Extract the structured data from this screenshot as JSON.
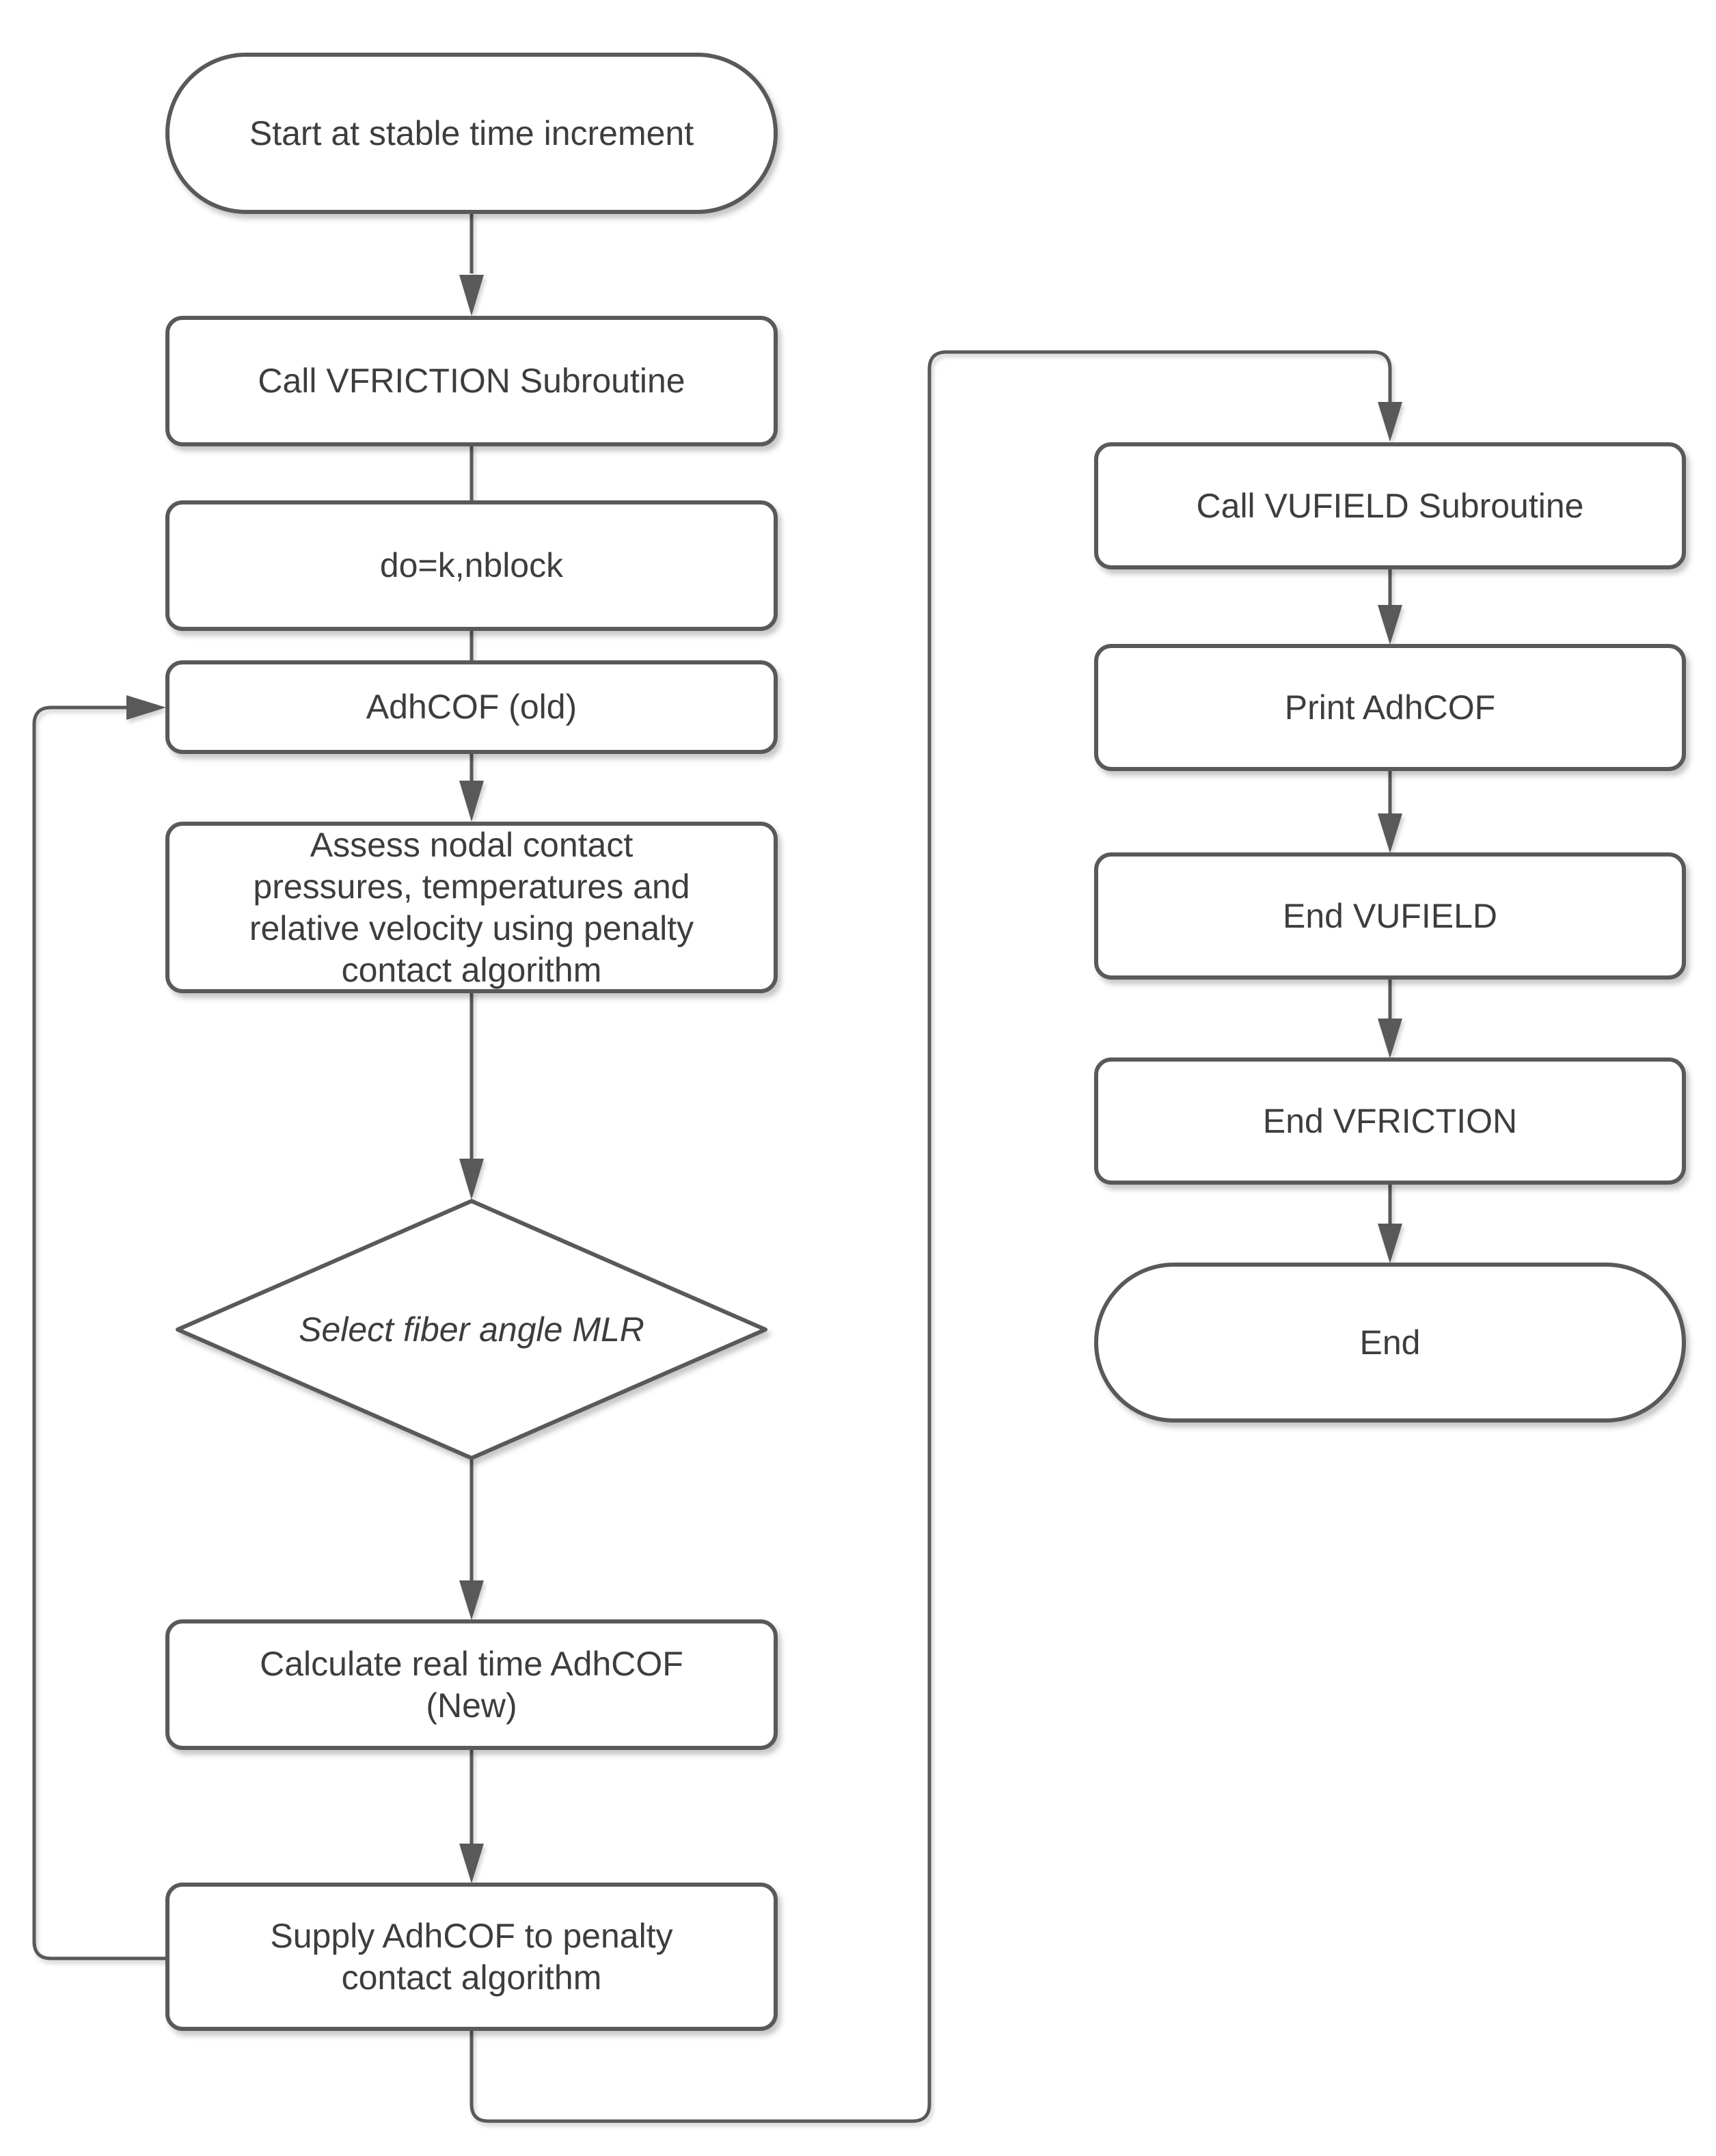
{
  "diagram": {
    "colors": {
      "background": "#ffffff",
      "stroke": "#595959",
      "text": "#3d3d3d"
    },
    "nodes": {
      "start": {
        "type": "terminator",
        "label": "Start at stable time increment"
      },
      "call_vfriction": {
        "type": "process",
        "label": "Call VFRICTION Subroutine"
      },
      "do_loop": {
        "type": "process",
        "label": "do=k,nblock"
      },
      "adhcof_old": {
        "type": "process",
        "label": "AdhCOF (old)"
      },
      "assess": {
        "type": "process",
        "label": "Assess nodal contact\npressures, temperatures and\nrelative velocity using penalty\ncontact algorithm"
      },
      "select_fiber": {
        "type": "decision",
        "label": "Select fiber angle MLR"
      },
      "calculate": {
        "type": "process",
        "label": "Calculate real time AdhCOF\n(New)"
      },
      "supply": {
        "type": "process",
        "label": "Supply AdhCOF to  penalty\ncontact algorithm"
      },
      "call_vufield": {
        "type": "process",
        "label": "Call VUFIELD Subroutine"
      },
      "print_adhcof": {
        "type": "process",
        "label": "Print AdhCOF"
      },
      "end_vufield": {
        "type": "process",
        "label": "End VUFIELD"
      },
      "end_vfriction": {
        "type": "process",
        "label": "End VFRICTION"
      },
      "end": {
        "type": "terminator",
        "label": "End"
      }
    }
  }
}
